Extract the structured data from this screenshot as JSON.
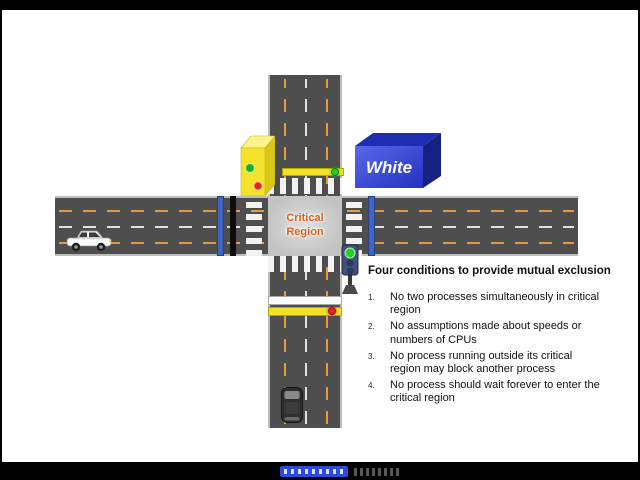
{
  "slide": {
    "critical_region": {
      "line1": "Critical",
      "line2": "Region"
    },
    "white_box": {
      "label": "White"
    },
    "conditions": {
      "heading": "Four conditions to provide mutual exclusion",
      "items": [
        {
          "num": "1.",
          "text": "No two processes simultaneously in critical region"
        },
        {
          "num": "2.",
          "text": "No assumptions made about speeds or numbers of CPUs"
        },
        {
          "num": "3.",
          "text": "No process running outside its critical region may block another process"
        },
        {
          "num": "4.",
          "text": "No process should wait forever to enter the critical region"
        }
      ]
    },
    "icons": {
      "traffic_signal_box": "yellow-traffic-signal-box",
      "traffic_light": "green-traffic-light",
      "car_left": "white-car",
      "car_bottom": "dark-car"
    },
    "colors": {
      "road": "#4e4e4e",
      "lane_orange": "#e89b3c",
      "stop_bar_yellow": "#f2e126",
      "sensor_blue": "#4165c0",
      "critical_text": "#d95f1d",
      "white_box_blue": "#2b3bc0",
      "signal_green": "#25d025",
      "signal_red": "#e32222"
    }
  }
}
